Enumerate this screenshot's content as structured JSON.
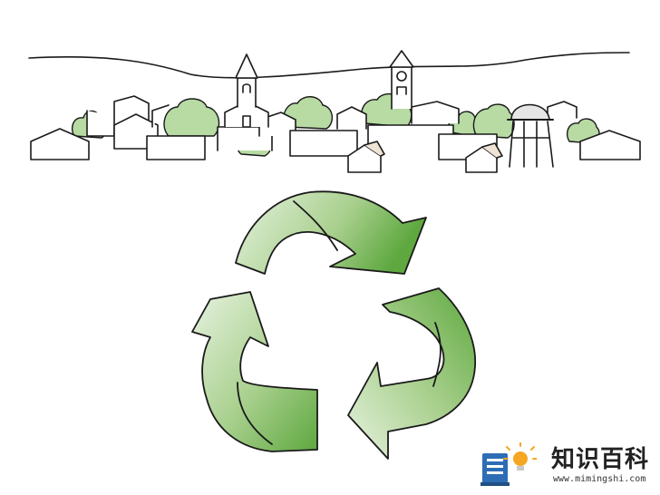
{
  "illustration": {
    "subject": "town-skyline-and-recycling-symbol",
    "stroke_color": "#1a1a1a",
    "green_light": "#e6f2df",
    "green_mid": "#a9d08e",
    "green_dark": "#5ea83f",
    "tree_fill": "#b7dba3",
    "tower_fill": "#e6e6e6"
  },
  "watermark": {
    "title": "知识百科",
    "url": "www.mimingshi.com",
    "book_color": "#2d6db5",
    "bulb_color": "#f5a623"
  }
}
